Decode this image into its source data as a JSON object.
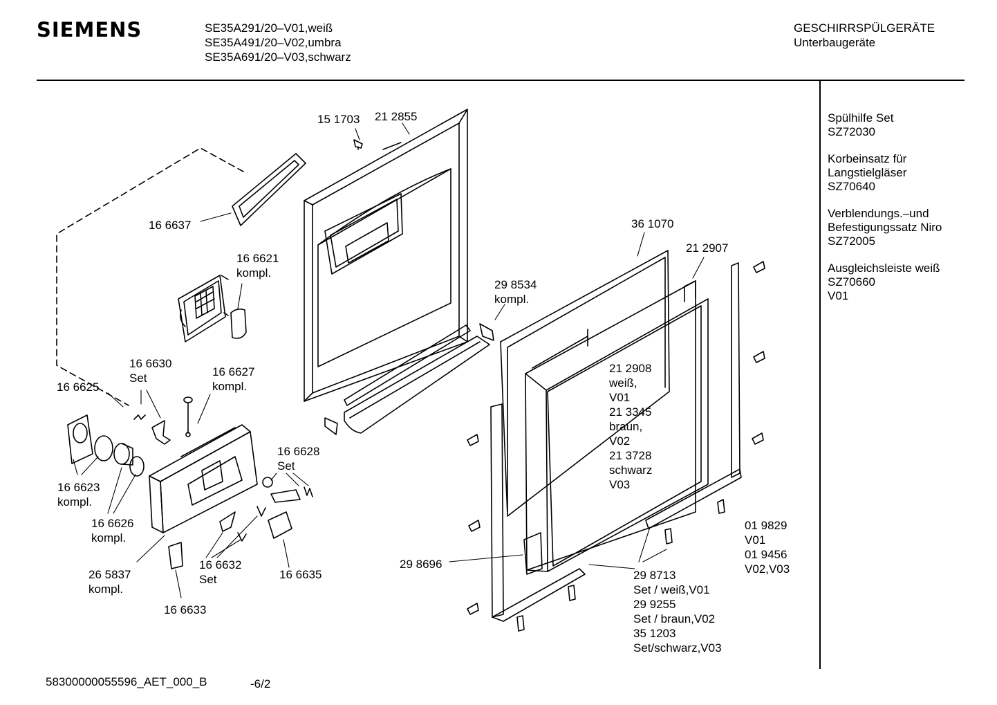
{
  "header": {
    "brand": "SIEMENS",
    "models": [
      "SE35A291/20–V01,weiß",
      "SE35A491/20–V02,umbra",
      "SE35A691/20–V03,schwarz"
    ],
    "category_title": "GESCHIRRSPÜLGERÄTE",
    "category_subtitle": "Unterbaugeräte"
  },
  "accessories": [
    {
      "lines": [
        "Spülhilfe Set",
        "SZ72030"
      ]
    },
    {
      "lines": [
        "Korbeinsatz für",
        "Langstielgläser",
        "SZ70640"
      ]
    },
    {
      "lines": [
        "Verblendungs.–und",
        "Befestigungssatz Niro",
        "SZ72005"
      ]
    },
    {
      "lines": [
        "Ausgleichsleiste weiß",
        "SZ70660",
        "V01"
      ]
    }
  ],
  "parts": {
    "p151703": [
      "15 1703"
    ],
    "p212855": [
      "21 2855"
    ],
    "p166637": [
      "16 6637"
    ],
    "p166621": [
      "16 6621",
      "kompl."
    ],
    "p361070": [
      "36 1070"
    ],
    "p212907": [
      "21 2907"
    ],
    "p298534": [
      "29 8534",
      "kompl."
    ],
    "p166630": [
      "16 6630",
      "Set"
    ],
    "p166627": [
      "16 6627",
      "kompl."
    ],
    "p166625": [
      "16 6625"
    ],
    "p212908": [
      "21 2908",
      "weiß,",
      "V01",
      "21 3345",
      "braun,",
      "V02",
      "21 3728",
      "schwarz",
      "V03"
    ],
    "p166628": [
      "16 6628",
      "Set"
    ],
    "p166623": [
      "16 6623",
      "kompl."
    ],
    "p166626": [
      "16 6626",
      "kompl."
    ],
    "p019829": [
      "01 9829",
      "V01",
      "01 9456",
      "V02,V03"
    ],
    "p265837": [
      "26 5837",
      "kompl."
    ],
    "p166632": [
      "16 6632",
      "Set"
    ],
    "p166635": [
      "16 6635"
    ],
    "p298696": [
      "29 8696"
    ],
    "p298713": [
      "29 8713",
      "Set / weiß,V01",
      "29 9255",
      "Set / braun,V02",
      "35 1203",
      "Set/schwarz,V03"
    ],
    "p166633": [
      "16 6633"
    ]
  },
  "footer": {
    "doc_code": "58300000055596_AET_000_B",
    "page": "-6/2"
  }
}
